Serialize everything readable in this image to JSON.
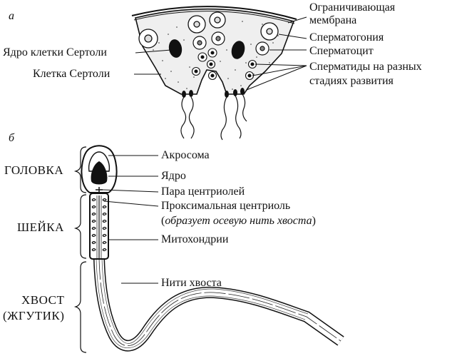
{
  "panel_a": {
    "letter": "а",
    "labels": {
      "limiting_membrane_1": "Ограничивающая",
      "limiting_membrane_2": "мембрана",
      "spermatogonium": "Сперматогония",
      "spermatocyte": "Сперматоцит",
      "spermatids_1": "Сперматиды на разных",
      "spermatids_2": "стадиях развития",
      "sertoli_nucleus": "Ядро клетки Сертоли",
      "sertoli_cell": "Клетка Сертоли"
    }
  },
  "panel_b": {
    "letter": "б",
    "sections": {
      "head": "ГОЛОВКА",
      "neck": "ШЕЙКА",
      "tail_1": "ХВОСТ",
      "tail_2": "(ЖГУТИК)"
    },
    "labels": {
      "acrosome": "Акросома",
      "nucleus": "Ядро",
      "centriole_pair": "Пара центриолей",
      "proximal_centriole": "Проксимальная центриоль",
      "proximal_note": "образует осевую нить хвоста",
      "mitochondria": "Митохондрии",
      "tail_filaments": "Нити хвоста"
    }
  }
}
